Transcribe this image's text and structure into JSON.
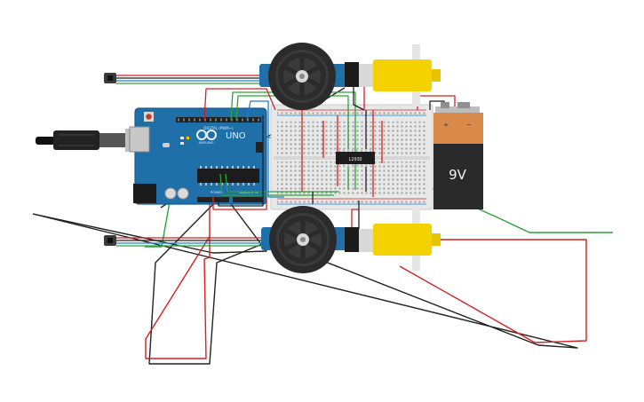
{
  "labels": {
    "arduino_model": "UNO",
    "arduino_brand": "ARDUINO",
    "arduino_digital": "DIGITAL (PWM~)",
    "arduino_power": "POWER",
    "arduino_analog": "ANALOG IN",
    "ic_label": "L293D",
    "battery_label": "9V",
    "battery_plus": "+",
    "battery_minus": "−"
  },
  "colors": {
    "arduino": "#1f6fa8",
    "breadboard": "#e9e9e9",
    "motor": "#f3d200",
    "wheel": "#2b2b2b",
    "battery_top": "#d9894a",
    "battery_body": "#2a2a2a",
    "wire_red": "#d42020",
    "wire_black": "#222222",
    "wire_green": "#2aa336",
    "wire_blue": "#1a7fd0"
  }
}
